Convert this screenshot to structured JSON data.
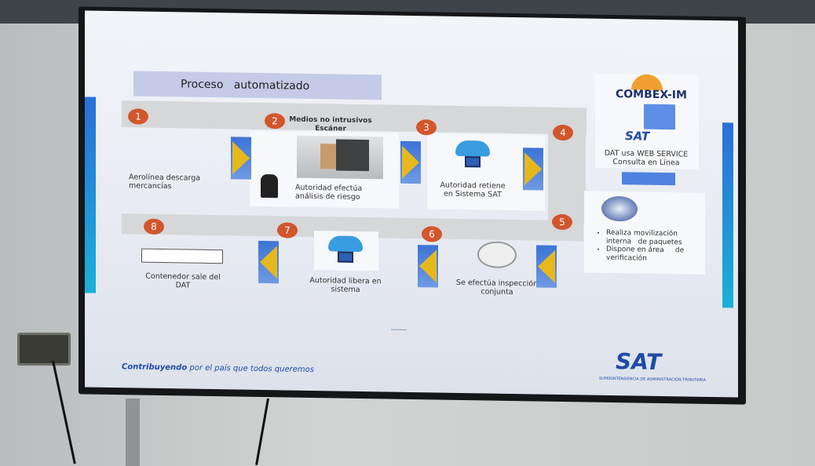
{
  "slide": {
    "title": "Proceso   automatizado",
    "steps": [
      {
        "n": "1",
        "label": "Aerolínea descarga mercancías"
      },
      {
        "n": "2",
        "header": "Medios no intrusivos Escáner",
        "label": "Autoridad efectúa análisis de riesgo"
      },
      {
        "n": "3",
        "label": "Autoridad retiene en Sistema SAT"
      },
      {
        "n": "4"
      },
      {
        "n": "5",
        "bullets": [
          "Realiza movilización interna   de paquetes",
          "Dispone en área     de verificación"
        ]
      },
      {
        "n": "6",
        "label": "Se efectúa inspección conjunta"
      },
      {
        "n": "7",
        "label": "Autoridad libera en sistema"
      },
      {
        "n": "8",
        "label": "Contenedor sale del DAT"
      }
    ],
    "side": {
      "combex_logo": "COMBEX-IM",
      "sat_logo": "SAT",
      "web_service": "DAT  usa WEB SERVICE Consulta en Línea"
    },
    "footer": {
      "slogan_bold": "Contribuyendo",
      "slogan": " por el país que todos queremos",
      "sat_logo": "SAT",
      "sat_subtitle": "Superintendencia de Administración Tributaria"
    },
    "colors": {
      "step_badge": "#d2562c",
      "arrow_blue": "#3c74d6",
      "arrow_yellow": "#e6b81c",
      "sat_blue": "#1e4aa8"
    }
  }
}
